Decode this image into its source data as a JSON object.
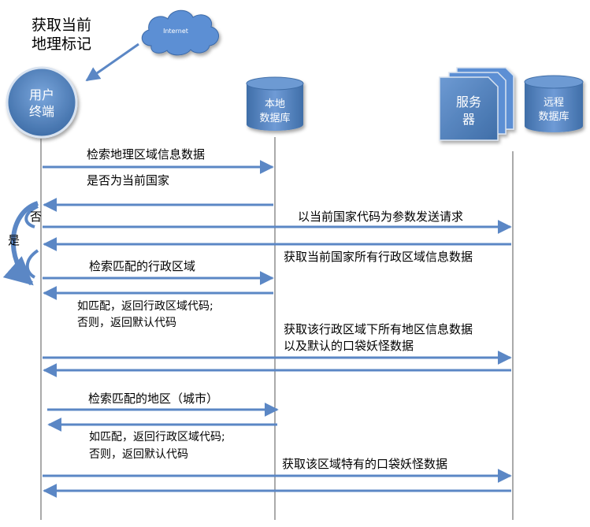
{
  "title": {
    "line1": "获取当前",
    "line2": "地理标记"
  },
  "cloud": {
    "label": "Internet",
    "icon": "cloud-icon"
  },
  "actors": {
    "user": {
      "line1": "用户",
      "line2": "终端",
      "icon": "user-circle-icon"
    },
    "local_db": {
      "line1": "本地",
      "line2": "数据库",
      "icon": "database-icon"
    },
    "server": {
      "line1": "服务",
      "line2": "器",
      "icon": "server-stack-icon"
    },
    "remote_db": {
      "line1": "远程",
      "line2": "数据库",
      "icon": "database-icon"
    }
  },
  "branches": {
    "no": "否",
    "yes": "是"
  },
  "messages": {
    "m1": "检索地理区域信息数据",
    "m2": "是否为当前国家",
    "m3": "以当前国家代码为参数发送请求",
    "m4": "获取当前国家所有行政区域信息数据",
    "m5": "检索匹配的行政区域",
    "m6_line1": "如匹配，返回行政区域代码;",
    "m6_line2": "否则，返回默认代码",
    "m7_line1": "获取该行政区域下所有地区信息数据",
    "m7_line2": "以及默认的口袋妖怪数据",
    "m8": "检索匹配的地区（城市）",
    "m9_line1": "如匹配，返回行政区域代码;",
    "m9_line2": "否则，返回默认代码",
    "m10": "获取该区域特有的口袋妖怪数据"
  },
  "colors": {
    "arrow": "#5b87c5",
    "shape_fill": "#4f81bd",
    "shape_fill_light": "#6d9ad3",
    "lifeline": "#555555",
    "text": "#000000"
  }
}
